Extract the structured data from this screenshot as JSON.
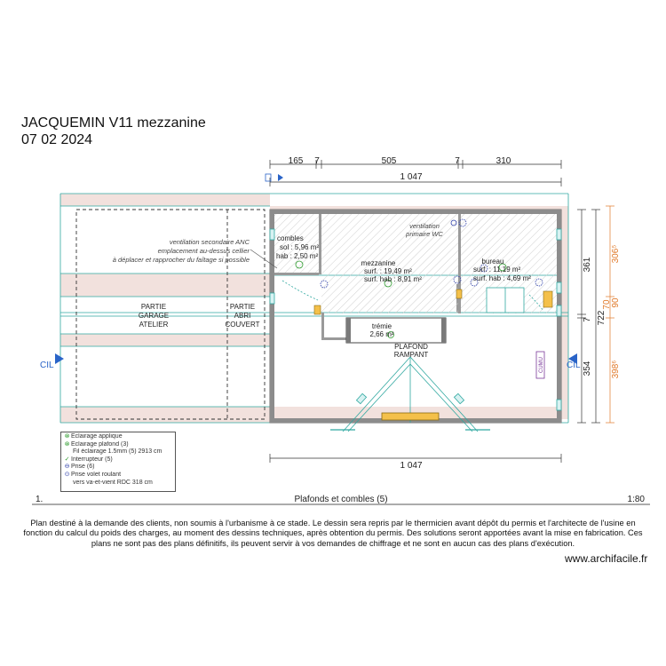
{
  "header": {
    "title": "JACQUEMIN V11 mezzanine",
    "date": "07 02 2024"
  },
  "dimensions": {
    "top_segments": [
      "165",
      "7",
      "505",
      "7",
      "310"
    ],
    "total_top": "1 047",
    "total_bottom": "1 047",
    "right_inner": [
      "361",
      "7",
      "354"
    ],
    "right_total": "722",
    "right_outer": [
      "306⁵",
      "70",
      "90",
      "398⁶"
    ]
  },
  "section_markers": {
    "left": "CIL",
    "right": "CIL"
  },
  "rooms": {
    "combles": {
      "name": "combles",
      "sol": "sol : 5,96 m²",
      "hab": "hab : 2,50 m²"
    },
    "mezzanine": {
      "name": "mezzanine",
      "surf": "surf. :  19,49 m²",
      "hab": "surf. hab :   8,91 m²"
    },
    "bureau": {
      "name": "bureau",
      "surf": "surf. :  11,19 m²",
      "hab": "surf. hab :  4,69 m²"
    },
    "tremie": {
      "name": "trémie",
      "area": "2,66 m²"
    }
  },
  "notes": {
    "ventilation_secondaire": [
      "ventilation secondaire ANC",
      "emplacement au-dessus cellier",
      "à déplacer et rapprocher du faîtage si possible"
    ],
    "ventilation_primaire": [
      "ventilation",
      "primaire WC"
    ],
    "partie_garage": [
      "PARTIE",
      "GARAGE",
      "ATELIER"
    ],
    "partie_abri": [
      "PARTIE",
      "ABRI",
      "COUVERT"
    ],
    "plafond": [
      "PLAFOND",
      "RAMPANT"
    ],
    "cumulus": "CUMU"
  },
  "legend": {
    "items": [
      {
        "icon": "wall-light-icon",
        "symbol": "⊗",
        "label": "Eclairage applique"
      },
      {
        "icon": "ceiling-light-icon",
        "symbol": "⊗",
        "label": "Eclairage plafond (3)"
      },
      {
        "icon": "",
        "symbol": "",
        "label": "Fil éclairage 1.5mm (5) 2913 cm"
      },
      {
        "icon": "switch-icon",
        "symbol": "✓",
        "label": "Interrupteur (5)"
      },
      {
        "icon": "socket-icon",
        "symbol": "⊖",
        "label": "Prise (6)"
      },
      {
        "icon": "shutter-socket-icon",
        "symbol": "⊙",
        "label": "Prise volet roulant"
      },
      {
        "icon": "",
        "symbol": "",
        "label": "vers va-et-vient RDC 318 cm"
      }
    ]
  },
  "footer": {
    "plan_number": "1.",
    "plan_name": "Plafonds et combles (5)",
    "scale": "1:80"
  },
  "disclaimer": "Plan destiné à la demande des clients, non soumis à l'urbanisme à ce stade. Le dessin sera repris par le thermicien avant dépôt du permis et l'architecte de l'usine en fonction du calcul du poids des charges, au moment des dessins techniques, après obtention du permis. Des solutions seront apportées avant la mise en fabrication.  Ces plans ne sont pas des plans définitifs, ils peuvent servir à vos demandes de chiffrage et ne sont en aucun cas des plans d'exécution.",
  "website": "www.archifacile.fr",
  "colors": {
    "wall": "#8c8c8c",
    "wall_dark": "#6e6e6e",
    "roof_band": "#f2e1dd",
    "cyan_line": "#2fa8a0",
    "dim_orange": "#e07a2a",
    "marker_blue": "#2a64c8",
    "light_green": "#2c9a2c",
    "outlet_blue": "#2a3ca8",
    "window_fill": "#d8f2f2",
    "tremie_fill": "#f4c04a"
  }
}
